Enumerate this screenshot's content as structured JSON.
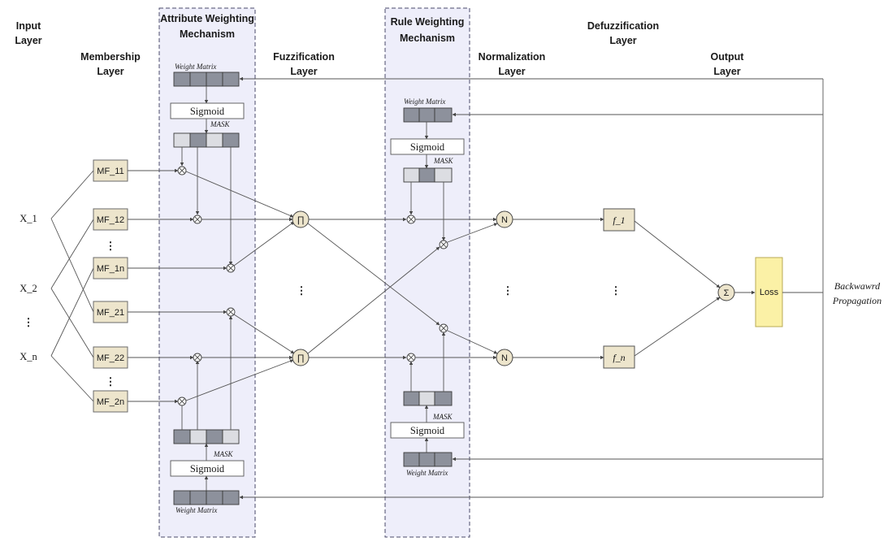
{
  "headers": {
    "input": [
      "Input",
      "Layer"
    ],
    "membership": [
      "Membership",
      "Layer"
    ],
    "attribute": [
      "Attribute Weighting",
      "Mechanism"
    ],
    "fuzzification": [
      "Fuzzification",
      "Layer"
    ],
    "rule": [
      "Rule Weighting",
      "Mechanism"
    ],
    "normalization": [
      "Normalization",
      "Layer"
    ],
    "defuzzification": [
      "Defuzzification",
      "Layer"
    ],
    "output": [
      "Output",
      "Layer"
    ]
  },
  "inputs": [
    "X_1",
    "X_2",
    "⋮",
    "X_n"
  ],
  "membership_functions": [
    "MF_11",
    "MF_12",
    "MF_1n",
    "MF_21",
    "MF_22",
    "MF_2n"
  ],
  "vertical_dots": "⋮",
  "weight_matrix_label": "Weight Matrix",
  "sigmoid_label": "Sigmoid",
  "mask_label": "MASK",
  "product_symbol": "∏",
  "normalize_symbol": "N",
  "multiply_symbol": "⊗",
  "sum_symbol": "Σ",
  "defuzz_functions": [
    "f_1",
    "f_n"
  ],
  "loss_label": "Loss",
  "backprop_label": [
    "Backwawrd",
    "Propagation"
  ]
}
